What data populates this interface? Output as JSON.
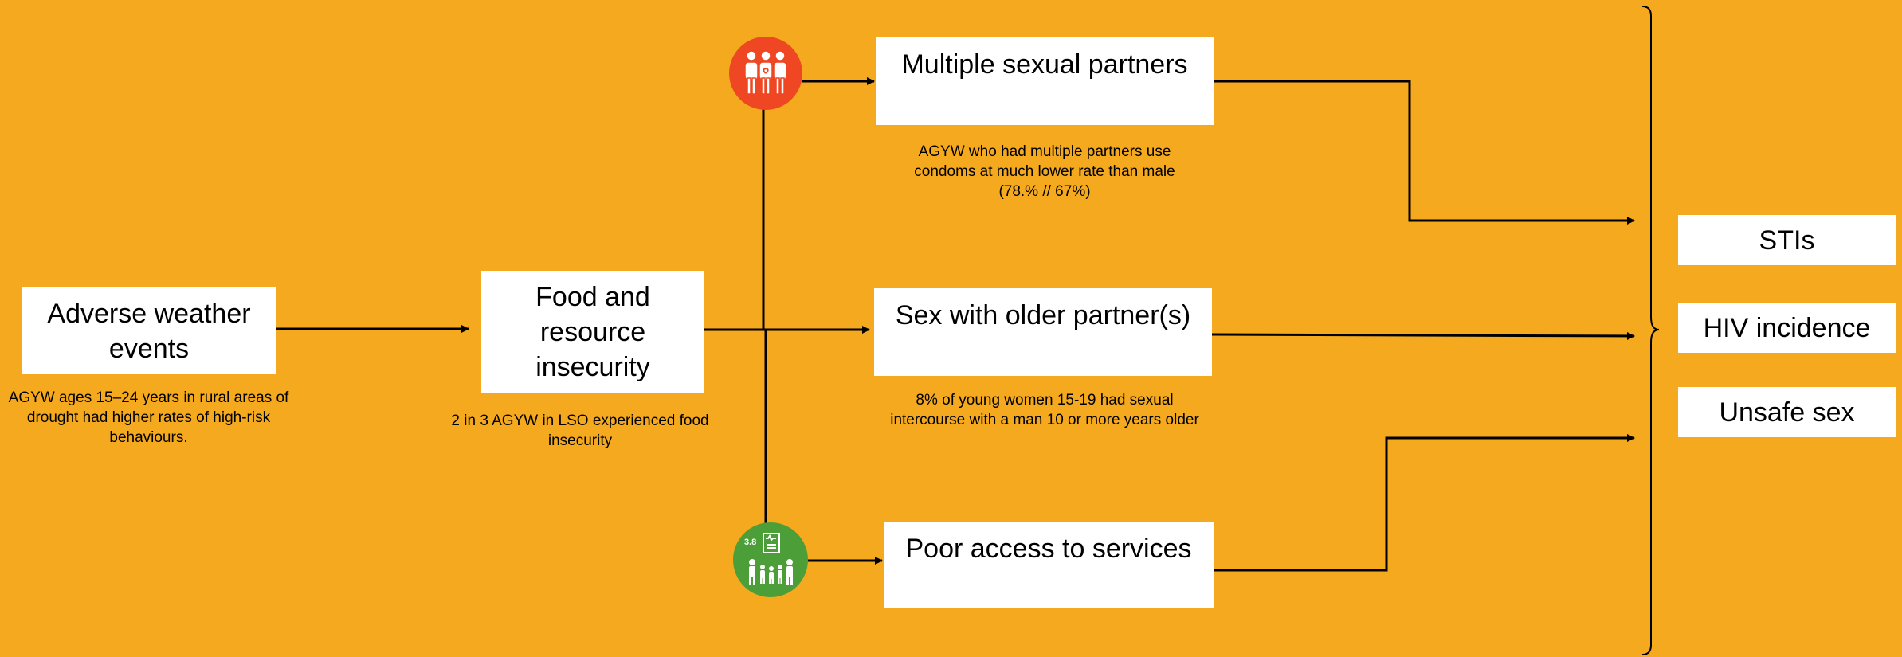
{
  "colors": {
    "background": "#F5A91E",
    "box_fill": "#FFFFFF",
    "line": "#000000",
    "icon_red": "#EF4723",
    "icon_green": "#4C9F38"
  },
  "nodes": {
    "adverse_weather": {
      "label": "Adverse weather events"
    },
    "food_insecurity": {
      "label": "Food and resource insecurity"
    },
    "multiple_partners": {
      "label": "Multiple sexual partners"
    },
    "older_partner": {
      "label": "Sex with older partner(s)"
    },
    "poor_access": {
      "label": "Poor access to services"
    },
    "stis": {
      "label": "STIs"
    },
    "hiv_incidence": {
      "label": "HIV incidence"
    },
    "unsafe_sex": {
      "label": "Unsafe sex"
    }
  },
  "notes": {
    "adverse_weather": "AGYW ages 15–24 years in rural areas of drought had higher rates of high-risk behaviours.",
    "food_insecurity": "2 in 3 AGYW in LSO experienced food insecurity",
    "multiple_partners": "AGYW who had multiple partners use condoms at much lower rate than male (78.% // 67%)",
    "older_partner": "8% of young women 15-19 had sexual intercourse with a man 10 or more years older"
  },
  "icons": {
    "gender_equality": {
      "name": "people-group-icon"
    },
    "sdg_3_8": {
      "name": "health-coverage-icon",
      "label": "3.8"
    }
  }
}
